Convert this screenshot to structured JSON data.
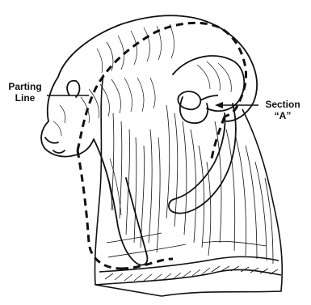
{
  "labels": {
    "parting_line": {
      "line1": "Parting",
      "line2": "Line"
    },
    "section": {
      "line1": "Section",
      "line2": "“A”"
    }
  },
  "colors": {
    "ink": "#111111",
    "paper": "#ffffff"
  }
}
